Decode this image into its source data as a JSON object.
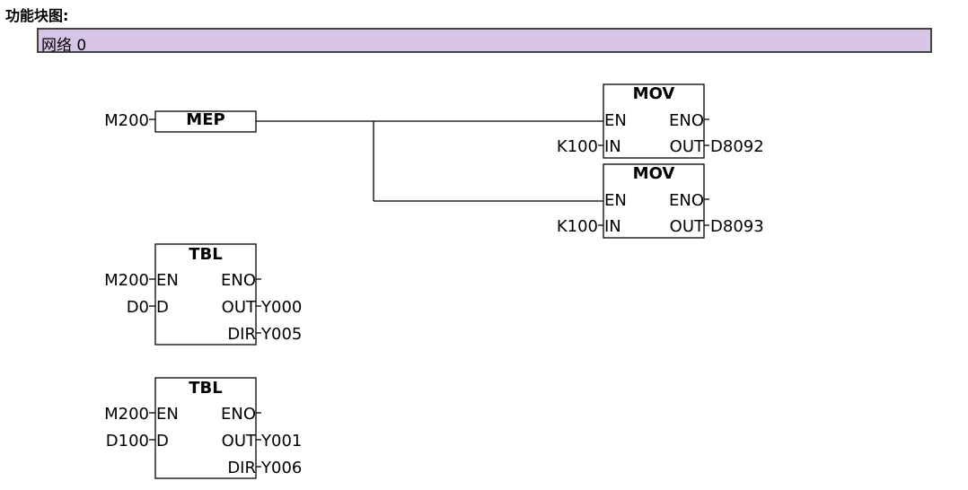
{
  "header": {
    "title": "功能块图:"
  },
  "network": {
    "label": "网络 0"
  },
  "blocks": {
    "mep": {
      "title": "MEP",
      "input": "M200"
    },
    "mov1": {
      "title": "MOV",
      "pins": [
        "EN",
        "IN",
        "ENO",
        "OUT"
      ],
      "in_value": "K100",
      "out_value": "D8092"
    },
    "mov2": {
      "title": "MOV",
      "pins": [
        "EN",
        "IN",
        "ENO",
        "OUT"
      ],
      "in_value": "K100",
      "out_value": "D8093"
    },
    "tbl1": {
      "title": "TBL",
      "pins": [
        "EN",
        "D",
        "ENO",
        "OUT",
        "DIR"
      ],
      "en_value": "M200",
      "d_value": "D0",
      "out_value": "Y000",
      "dir_value": "Y005"
    },
    "tbl2": {
      "title": "TBL",
      "pins": [
        "EN",
        "D",
        "ENO",
        "OUT",
        "DIR"
      ],
      "en_value": "M200",
      "d_value": "D100",
      "out_value": "Y001",
      "dir_value": "Y006"
    }
  }
}
